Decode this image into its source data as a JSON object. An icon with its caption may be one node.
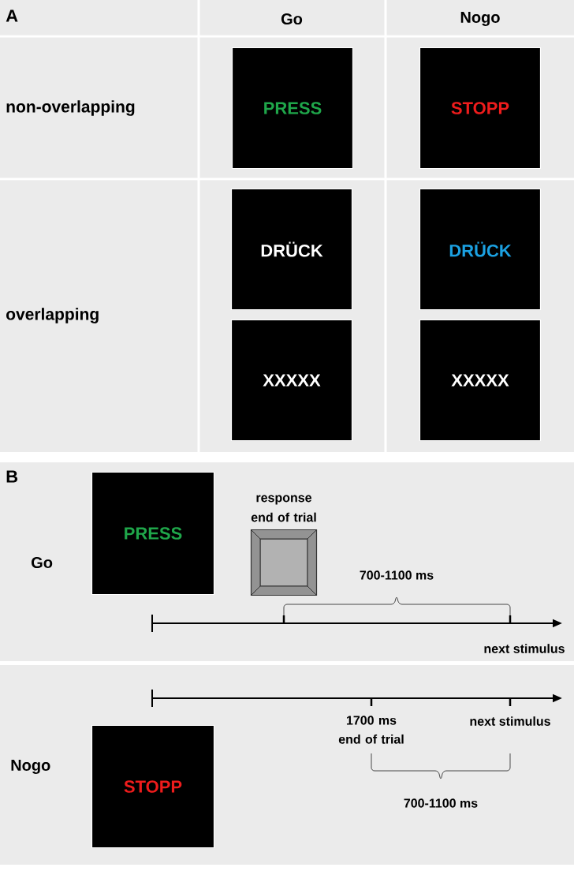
{
  "diagram": {
    "nodes": [
      {
        "text": [
          "PRESS"
        ]
      },
      {
        "text": [
          "STOPP"
        ]
      },
      {
        "text": [
          "DRÜCK"
        ]
      },
      {
        "text": [
          "DRÜCK"
        ]
      },
      {
        "text": [
          "XXXXX"
        ]
      },
      {
        "text": [
          "XXXXX"
        ]
      },
      {
        "text": [
          "PRESS"
        ]
      },
      {
        "text": [],
        "shape": "box",
        "beside": [
          "response end of trial"
        ]
      },
      {
        "text": [
          "STOPP"
        ]
      }
    ],
    "labels": [
      "A",
      "Go",
      "Nogo",
      "non-overlapping",
      "overlapping",
      "B",
      "Go",
      "700-1100 ms",
      "next stimulus",
      "1700 ms end of trial",
      "next stimulus",
      "Nogo",
      "700-1100 ms"
    ]
  }
}
